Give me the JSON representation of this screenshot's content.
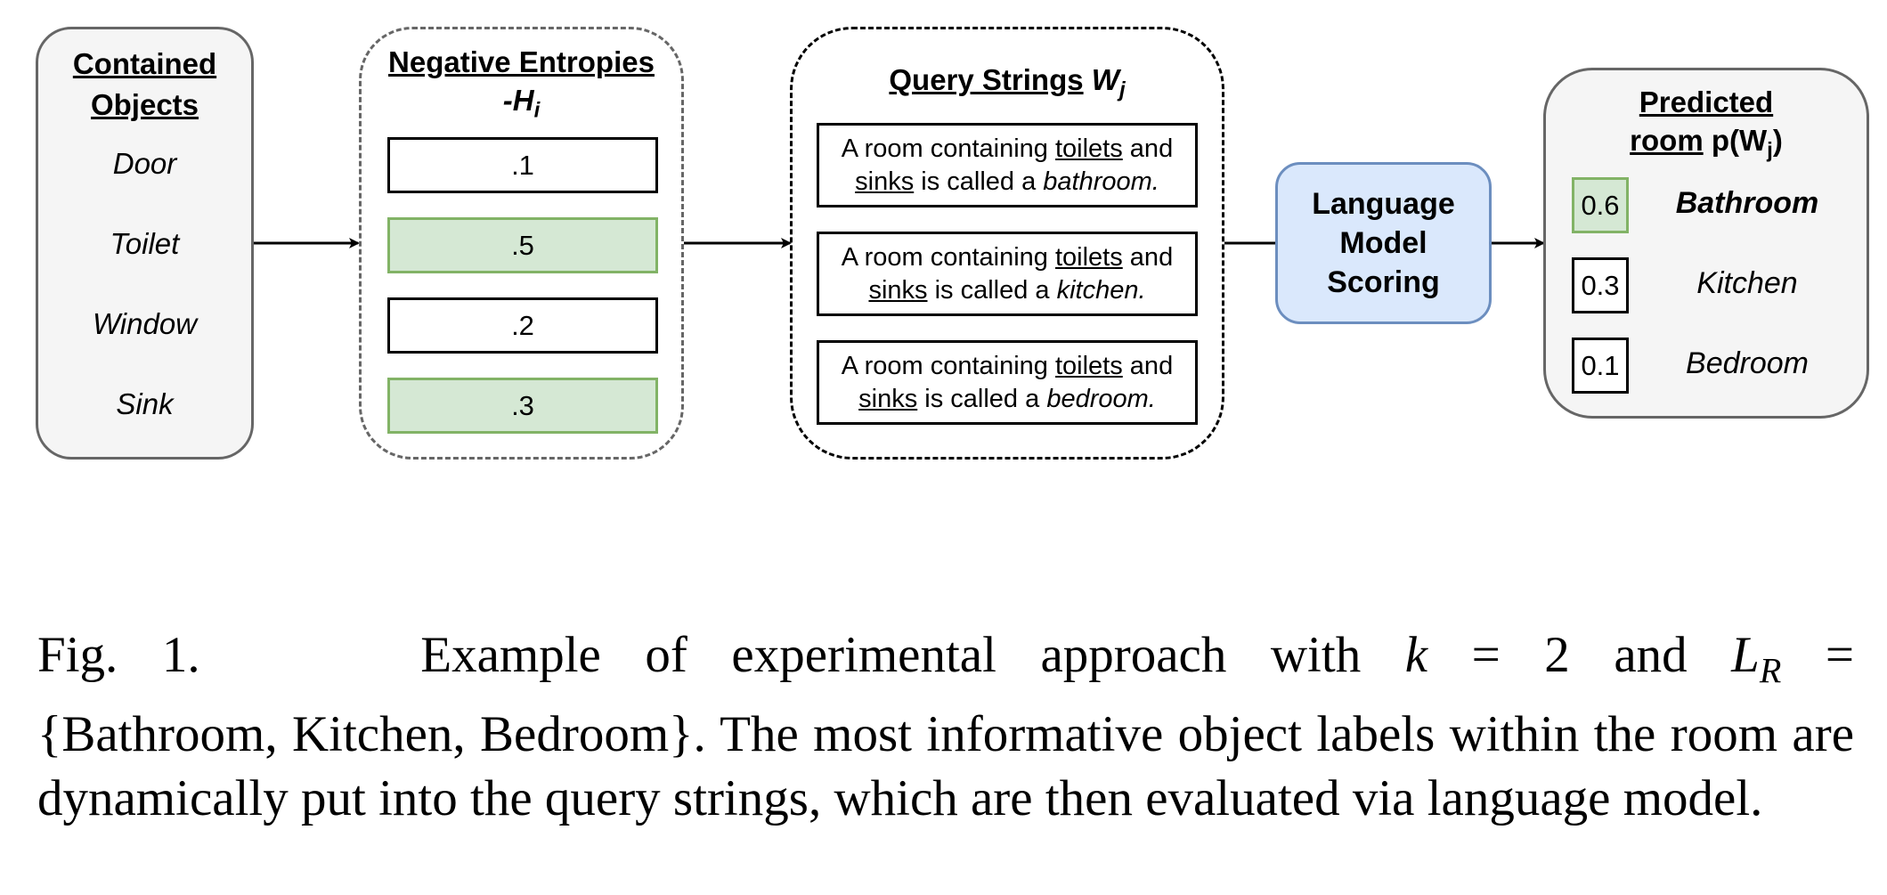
{
  "contained_objects": {
    "title_line1": "Contained",
    "title_line2": "Objects",
    "items": [
      "Door",
      "Toilet",
      "Window",
      "Sink"
    ]
  },
  "negative_entropies": {
    "title": "Negative Entropies",
    "symbol": "-H",
    "symbol_sub": "i",
    "values": [
      ".1",
      ".5",
      ".2",
      ".3"
    ],
    "highlighted": [
      false,
      true,
      false,
      true
    ]
  },
  "query_strings": {
    "title": "Query Strings",
    "symbol": "W",
    "symbol_sub": "j",
    "items": [
      {
        "prefix": "A room containing ",
        "obj1": "toilets",
        "mid1": " and",
        "obj2": "sinks",
        "mid2": " is called a ",
        "room": "bathroom."
      },
      {
        "prefix": "A room containing ",
        "obj1": "toilets",
        "mid1": " and",
        "obj2": "sinks",
        "mid2": " is called a ",
        "room": "kitchen."
      },
      {
        "prefix": "A room containing ",
        "obj1": "toilets",
        "mid1": " and",
        "obj2": "sinks",
        "mid2": " is called a ",
        "room": "bedroom."
      }
    ]
  },
  "scorer": {
    "line1": "Language",
    "line2": "Model",
    "line3": "Scoring"
  },
  "predicted": {
    "title_line1": "Predicted",
    "title_line2_u": "room",
    "title_line2_rest": " p(W",
    "title_sub": "j",
    "title_close": ")",
    "rows": [
      {
        "score": "0.6",
        "room": "Bathroom",
        "best": true
      },
      {
        "score": "0.3",
        "room": "Kitchen",
        "best": false
      },
      {
        "score": "0.1",
        "room": "Bedroom",
        "best": false
      }
    ]
  },
  "colors": {
    "highlight_fill": "#d5e8d4",
    "highlight_stroke": "#82b366",
    "scorer_fill": "#dae8fc",
    "scorer_stroke": "#6c8ebf",
    "panel_fill": "#f5f5f5",
    "panel_stroke": "#666666"
  },
  "caption": {
    "fig": "Fig. 1.",
    "t1": "Example of experimental approach with ",
    "k": "k",
    "eq1": " = 2 and ",
    "L": "L",
    "Lsub": "R",
    "eq2": " =",
    "set": "{Bathroom, Kitchen, Bedroom}",
    "t2": ". The most informative object labels within the room are dynamically put into the query strings, which are then evaluated via language model."
  }
}
